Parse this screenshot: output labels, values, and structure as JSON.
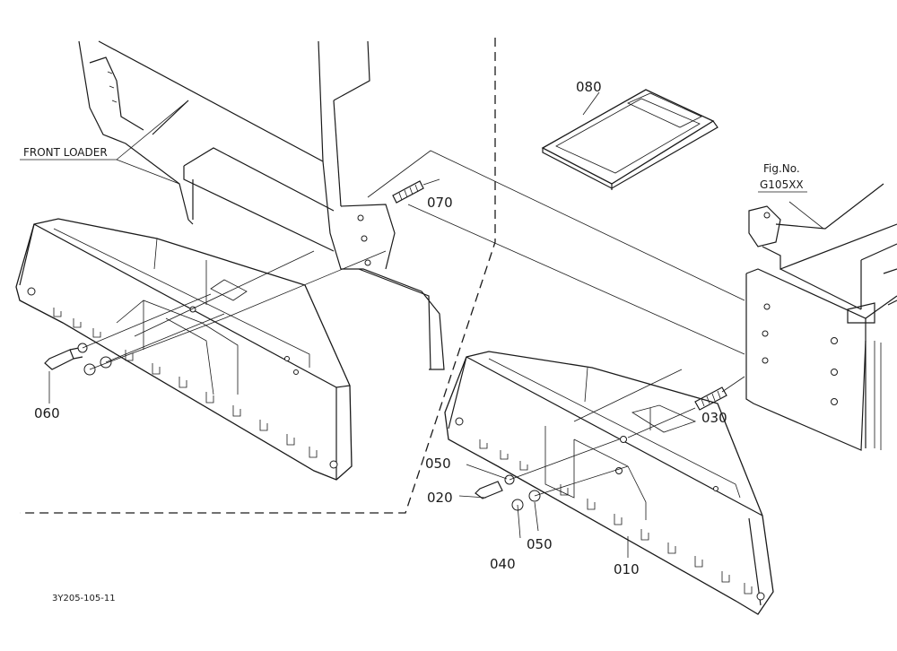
{
  "labels": {
    "front_loader": "FRONT LOADER",
    "fig_no_line1": "Fig.No.",
    "fig_no_line2": "G105XX",
    "drawing_code": "3Y205-105-11"
  },
  "parts": [
    {
      "id": "080"
    },
    {
      "id": "070"
    },
    {
      "id": "060"
    },
    {
      "id": "030"
    },
    {
      "id": "050"
    },
    {
      "id": "020"
    },
    {
      "id": "050"
    },
    {
      "id": "040"
    },
    {
      "id": "010"
    }
  ]
}
